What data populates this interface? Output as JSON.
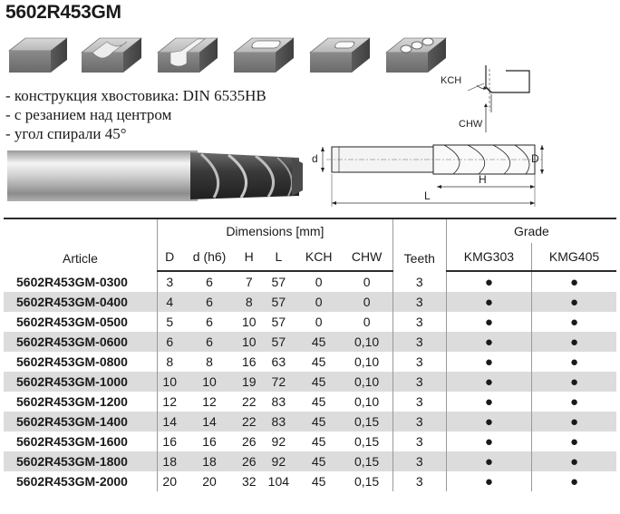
{
  "title": "5602R453GM",
  "features": [
    "- конструкция хвостовика: DIN 6535HB",
    "- с резанием над центром",
    "- угол спирали 45°"
  ],
  "drawing_labels": {
    "kch": "KCH",
    "chw": "CHW",
    "d_small": "d",
    "d_big": "D",
    "h": "H",
    "l": "L"
  },
  "table": {
    "group_dimensions": "Dimensions [mm]",
    "group_grade": "Grade",
    "headers": {
      "article": "Article",
      "D": "D",
      "d": "d (h6)",
      "H": "H",
      "L": "L",
      "KCH": "KCH",
      "CHW": "CHW",
      "teeth": "Teeth",
      "g1": "KMG303",
      "g2": "KMG405"
    },
    "rows": [
      {
        "article": "5602R453GM-0300",
        "D": "3",
        "d": "6",
        "H": "7",
        "L": "57",
        "KCH": "0",
        "CHW": "0",
        "teeth": "3",
        "g1": "●",
        "g2": "●"
      },
      {
        "article": "5602R453GM-0400",
        "D": "4",
        "d": "6",
        "H": "8",
        "L": "57",
        "KCH": "0",
        "CHW": "0",
        "teeth": "3",
        "g1": "●",
        "g2": "●"
      },
      {
        "article": "5602R453GM-0500",
        "D": "5",
        "d": "6",
        "H": "10",
        "L": "57",
        "KCH": "0",
        "CHW": "0",
        "teeth": "3",
        "g1": "●",
        "g2": "●"
      },
      {
        "article": "5602R453GM-0600",
        "D": "6",
        "d": "6",
        "H": "10",
        "L": "57",
        "KCH": "45",
        "CHW": "0,10",
        "teeth": "3",
        "g1": "●",
        "g2": "●"
      },
      {
        "article": "5602R453GM-0800",
        "D": "8",
        "d": "8",
        "H": "16",
        "L": "63",
        "KCH": "45",
        "CHW": "0,10",
        "teeth": "3",
        "g1": "●",
        "g2": "●"
      },
      {
        "article": "5602R453GM-1000",
        "D": "10",
        "d": "10",
        "H": "19",
        "L": "72",
        "KCH": "45",
        "CHW": "0,10",
        "teeth": "3",
        "g1": "●",
        "g2": "●"
      },
      {
        "article": "5602R453GM-1200",
        "D": "12",
        "d": "12",
        "H": "22",
        "L": "83",
        "KCH": "45",
        "CHW": "0,10",
        "teeth": "3",
        "g1": "●",
        "g2": "●"
      },
      {
        "article": "5602R453GM-1400",
        "D": "14",
        "d": "14",
        "H": "22",
        "L": "83",
        "KCH": "45",
        "CHW": "0,15",
        "teeth": "3",
        "g1": "●",
        "g2": "●"
      },
      {
        "article": "5602R453GM-1600",
        "D": "16",
        "d": "16",
        "H": "26",
        "L": "92",
        "KCH": "45",
        "CHW": "0,15",
        "teeth": "3",
        "g1": "●",
        "g2": "●"
      },
      {
        "article": "5602R453GM-1800",
        "D": "18",
        "d": "18",
        "H": "26",
        "L": "92",
        "KCH": "45",
        "CHW": "0,15",
        "teeth": "3",
        "g1": "●",
        "g2": "●"
      },
      {
        "article": "5602R453GM-2000",
        "D": "20",
        "d": "20",
        "H": "32",
        "L": "104",
        "KCH": "45",
        "CHW": "0,15",
        "teeth": "3",
        "g1": "●",
        "g2": "●"
      }
    ]
  }
}
